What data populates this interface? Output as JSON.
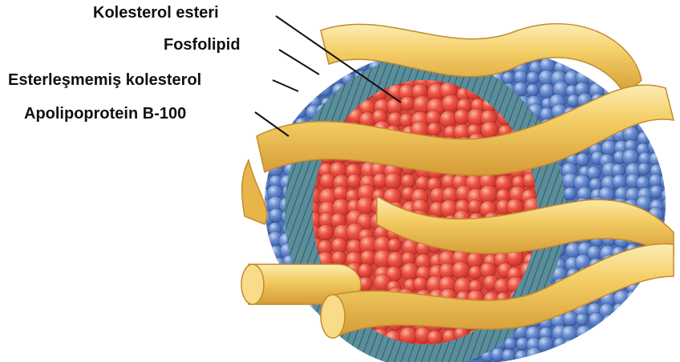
{
  "labels": {
    "cholesteryl_ester": "Kolesterol esteri",
    "phospholipid": "Fosfolipid",
    "unesterified_cholesterol": "Esterleşmemiş kolesterol",
    "apolipoprotein": "Apolipoprotein B-100"
  },
  "colors": {
    "core_sphere": "#e8473e",
    "core_sphere_highlight": "#f7a08d",
    "phospholipid_head": "#5b82c9",
    "phospholipid_head_highlight": "#a8c0ea",
    "phospholipid_tail": "#4a7f8c",
    "apoprotein_ribbon": "#f2c85a",
    "apoprotein_ribbon_highlight": "#fbe7a3",
    "apoprotein_ribbon_shadow": "#d9a23a",
    "leader_line": "#111111"
  },
  "illustration": "ldl-particle"
}
